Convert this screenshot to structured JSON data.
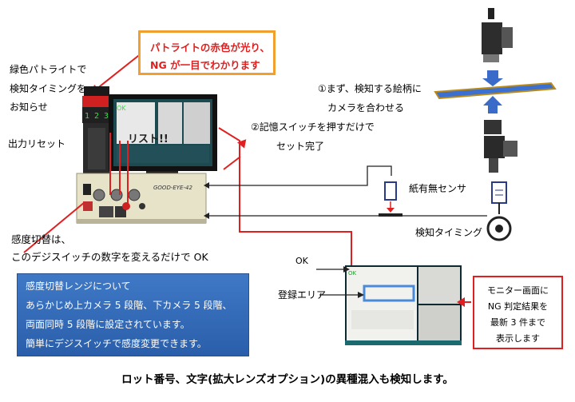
{
  "callout_top": {
    "line1": "パトライトの赤色が光り、",
    "line2": "NG が一目でわかります"
  },
  "green_light": {
    "line1": "緑色パトライトで",
    "line2": "検知タイミングを",
    "line3": "お知らせ"
  },
  "output_reset": "出力リセット",
  "step1": {
    "line1": "①まず、検知する絵柄に",
    "line2": "カメラを合わせる"
  },
  "step2": {
    "line1": "②記憶スイッチを押すだけで",
    "line2": "セット完了"
  },
  "sensor_label": "紙有無センサ",
  "timing_label": "検知タイミング",
  "sensitivity": {
    "line1": "感度切替は、",
    "line2": "このデジスイッチの数字を変えるだけで OK"
  },
  "ok_label": "OK",
  "register_area": "登録エリア",
  "info_box": {
    "line1": "感度切替レンジについて",
    "line2": "あらかじめ上カメラ 5 段階、下カメラ 5 段階、",
    "line3": "両面同時 5 段階に設定されています。",
    "line4": "簡単にデジスイッチで感度変更できます。"
  },
  "monitor_note": {
    "line1": "モニター画面に",
    "line2": "NG 判定結果を",
    "line3": "最新 3 件まで",
    "line4": "表示します"
  },
  "device_label": "GOOD-EYE-42",
  "screen_text": "リスト!!",
  "footer": "ロット番号、文字(拡大レンズオプション)の異種混入も検知します。",
  "colors": {
    "accent_red": "#e02020",
    "callout_border": "#f0a030",
    "info_blue": "#3468b4",
    "arrow_blue": "#3a6bc8"
  }
}
